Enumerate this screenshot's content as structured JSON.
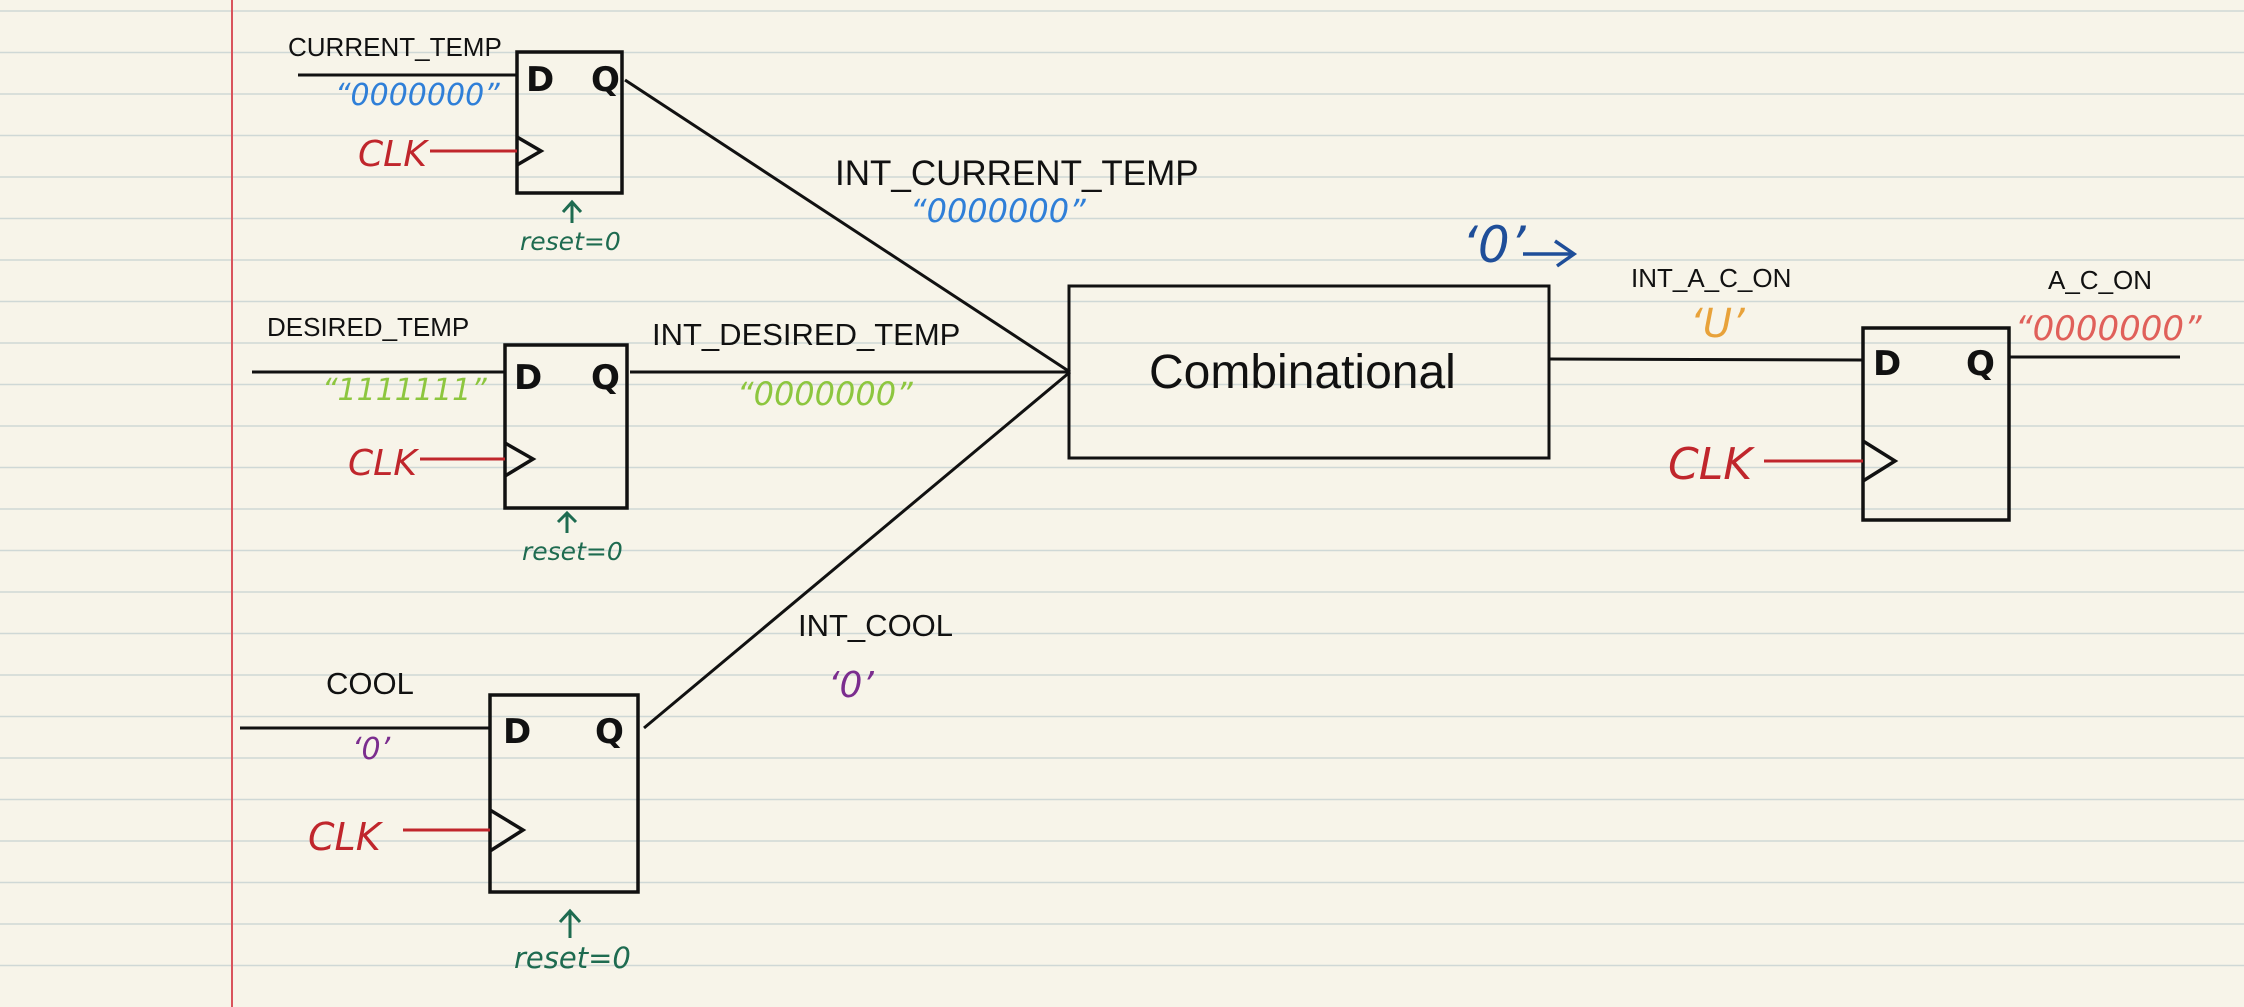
{
  "colors": {
    "paper": "#f7f4e9",
    "ruled_line": "#cfd8d6",
    "margin_line": "#d9545c",
    "ink": "#111111",
    "clk": "#c0262c",
    "reset": "#1e6b50",
    "current_value": "#2f7fd8",
    "desired_value": "#8dc63f",
    "cool_value": "#7b2d8e",
    "int_a_c_on_value": "#e8a23a",
    "a_c_on_value": "#e0605a",
    "annotation": "#1f4e99"
  },
  "icons": {
    "clock_input": "triangle-clock-edge-icon",
    "reset_arrow": "up-arrow-icon",
    "annotation_arrow": "right-arrow-icon"
  },
  "ports": {
    "d": "D",
    "q": "Q"
  },
  "inputs": {
    "current_temp": {
      "name": "CURRENT_TEMP",
      "value": "“0000000”",
      "clk": "CLK",
      "reset": "reset=0"
    },
    "desired_temp": {
      "name": "DESIRED_TEMP",
      "value": "“1111111”",
      "clk": "CLK",
      "reset": "reset=0"
    },
    "cool": {
      "name": "COOL",
      "value": "‘0’",
      "clk": "CLK",
      "reset": "reset=0"
    }
  },
  "internal": {
    "int_current_temp": {
      "name": "INT_CURRENT_TEMP",
      "value": "“0000000”"
    },
    "int_desired_temp": {
      "name": "INT_DESIRED_TEMP",
      "value": "“0000000”"
    },
    "int_cool": {
      "name": "INT_COOL",
      "value": "‘0’"
    }
  },
  "combinational": {
    "label": "Combinational",
    "annotation": "‘0’"
  },
  "output": {
    "int_a_c_on": {
      "name": "INT_A_C_ON",
      "value": "‘U’"
    },
    "a_c_on": {
      "name": "A_C_ON",
      "value": "“0000000”"
    },
    "clk": "CLK"
  }
}
